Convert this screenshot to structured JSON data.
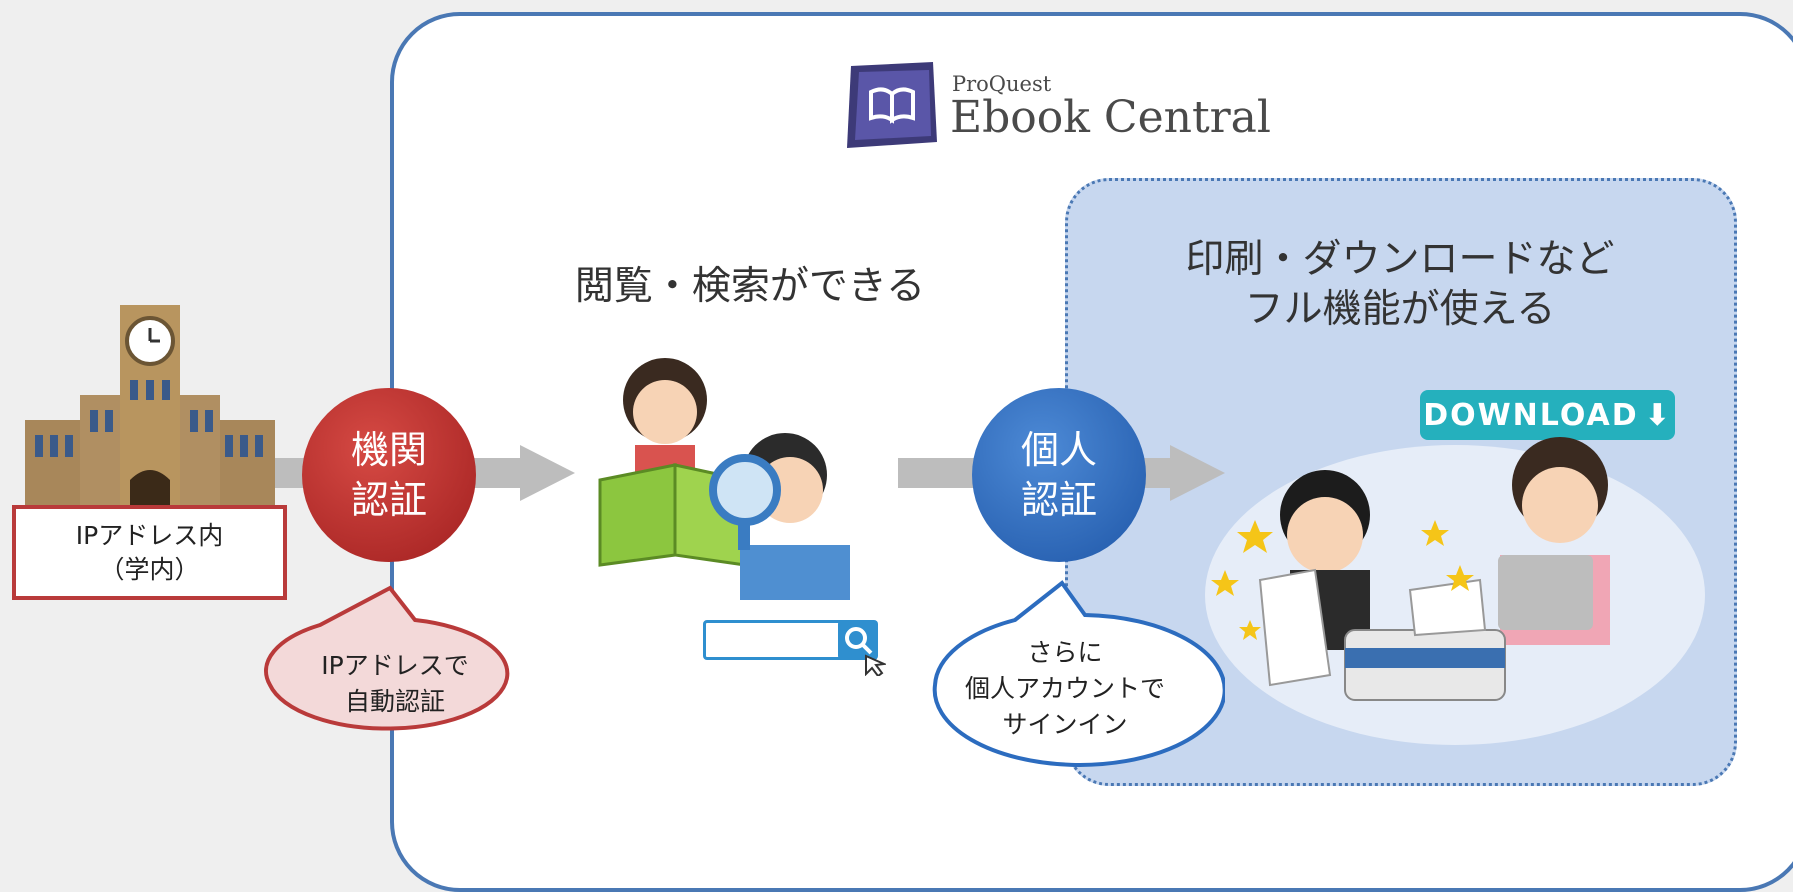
{
  "logo": {
    "brand_small": "ProQuest",
    "brand_large": "Ebook Central",
    "icon": "open-book-icon"
  },
  "captions": {
    "browse": "閲覧・検索ができる",
    "full_line1": "印刷・ダウンロードなど",
    "full_line2": "フル機能が使える"
  },
  "steps": {
    "institutional": {
      "line1": "機関",
      "line2": "認証",
      "color": "#c0302c"
    },
    "personal": {
      "line1": "個人",
      "line2": "認証",
      "color": "#2c6cbf"
    }
  },
  "ip_box": {
    "line1": "IPアドレス内",
    "line2": "（学内）"
  },
  "bubbles": {
    "ip_auto": {
      "line1": "IPアドレスで",
      "line2": "自動認証"
    },
    "signin": {
      "line1": "さらに",
      "line2": "個人アカウントで",
      "line3": "サインイン"
    }
  },
  "download_badge": {
    "label": "DOWNLOAD"
  },
  "colors": {
    "frame": "#4a78b4",
    "full_zone": "#c7d7ef",
    "arrow": "#bdbdbd"
  }
}
